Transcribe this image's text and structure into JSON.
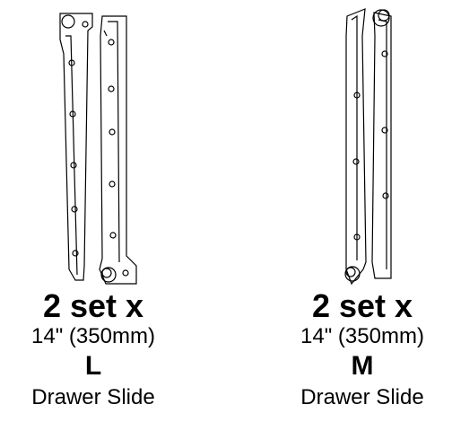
{
  "items": [
    {
      "quantity": "2 set x",
      "size": "14\" (350mm)",
      "letter": "L",
      "description": "Drawer Slide"
    },
    {
      "quantity": "2 set x",
      "size": "14\" (350mm)",
      "letter": "M",
      "description": "Drawer Slide"
    }
  ],
  "colors": {
    "line": "#000000",
    "background": "#ffffff"
  }
}
